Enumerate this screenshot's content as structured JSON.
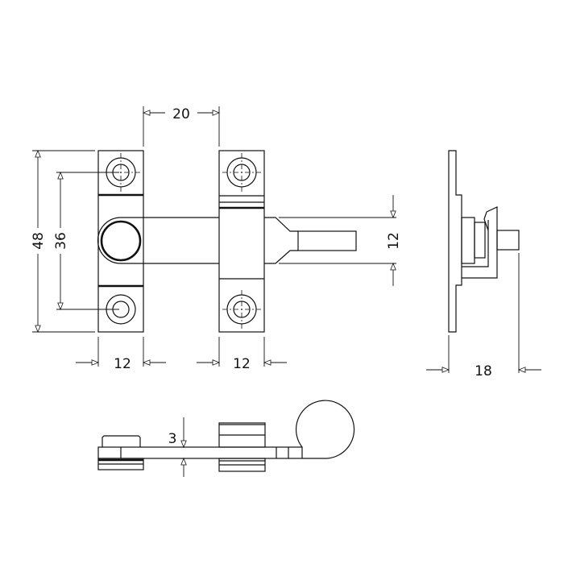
{
  "drawing": {
    "dimensions": {
      "overall_height": "48",
      "hole_spacing": "36",
      "plate_gap": "20",
      "left_plate_width": "12",
      "right_plate_width": "12",
      "bolt_height": "12",
      "side_depth": "18",
      "bar_thickness": "3"
    },
    "colors": {
      "line": "#111111",
      "background": "#ffffff"
    }
  }
}
